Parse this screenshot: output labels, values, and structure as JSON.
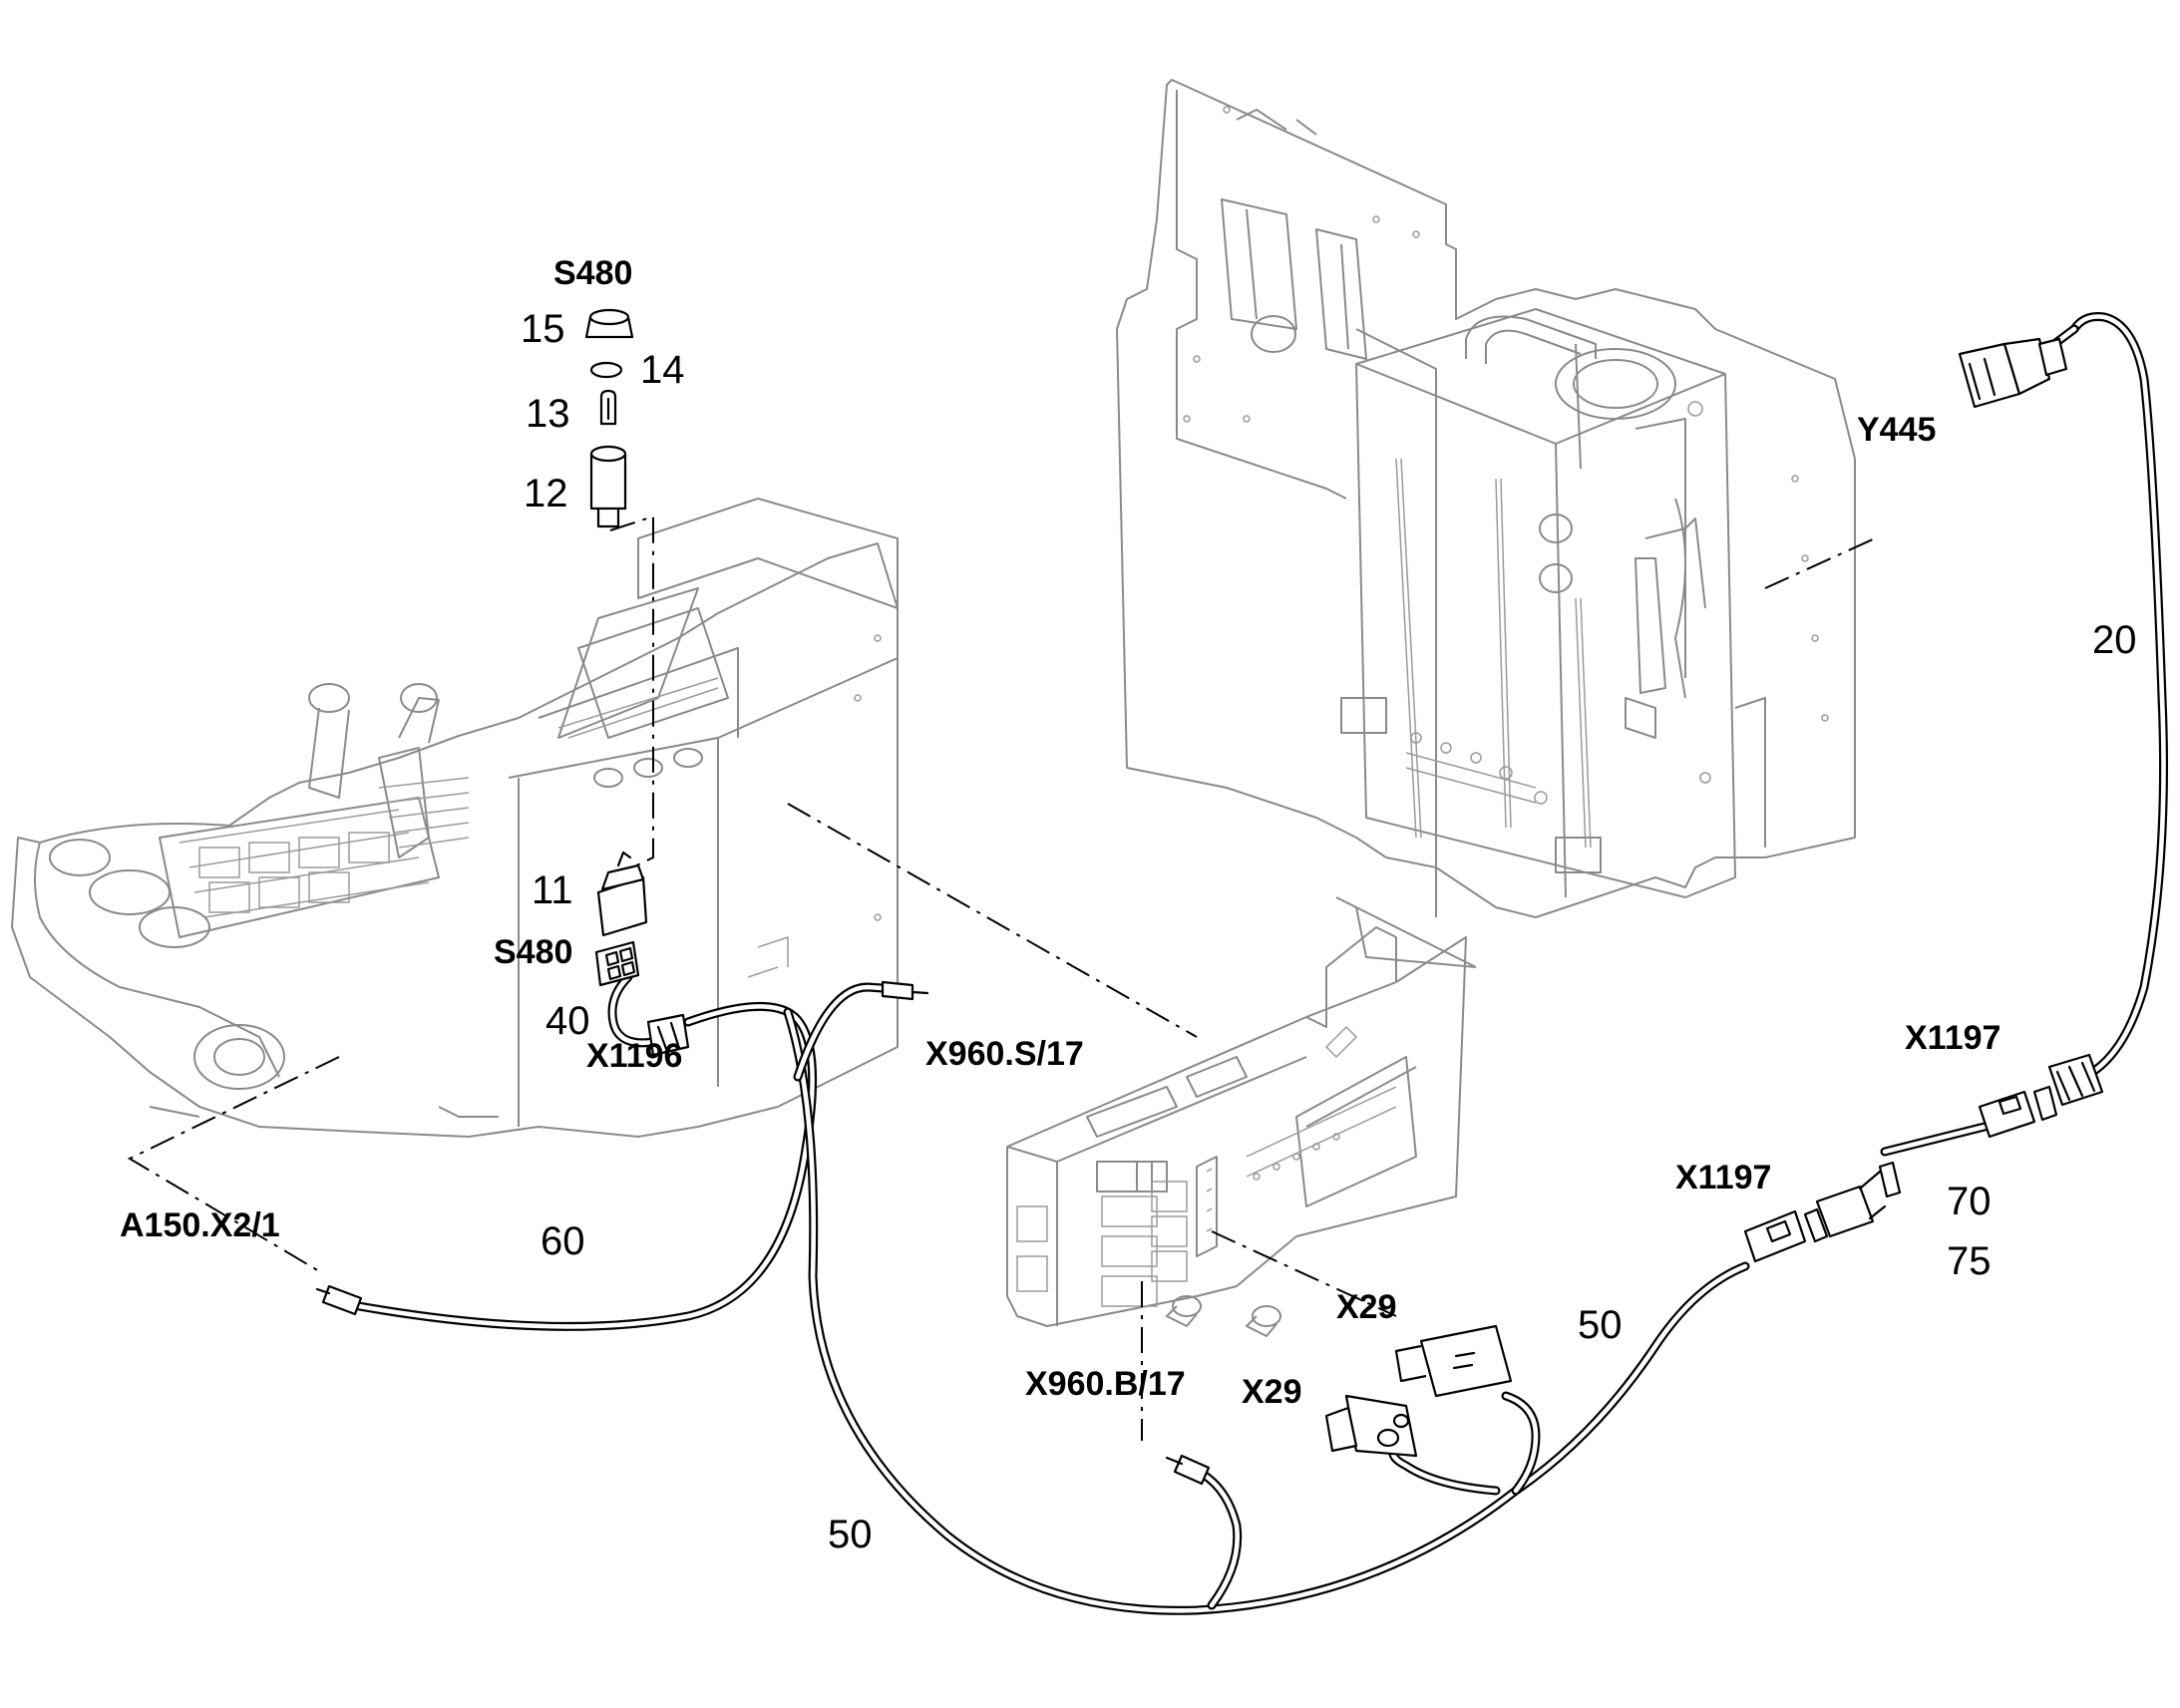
{
  "labels": {
    "s480_top": "S480",
    "item_15": "15",
    "item_14": "14",
    "item_13": "13",
    "item_12": "12",
    "item_11": "11",
    "s480_mid": "S480",
    "item_40": "40",
    "x1196": "X1196",
    "x960s": "X960.S/17",
    "a150": "A150.X2/1",
    "item_60": "60",
    "x960b": "X960.B/17",
    "x29_right": "X29",
    "x29_left": "X29",
    "item_50_bottom": "50",
    "item_50_right": "50",
    "x1197_left": "X1197",
    "x1197_right": "X1197",
    "item_70": "70",
    "item_75": "75",
    "item_20": "20",
    "y445": "Y445"
  }
}
